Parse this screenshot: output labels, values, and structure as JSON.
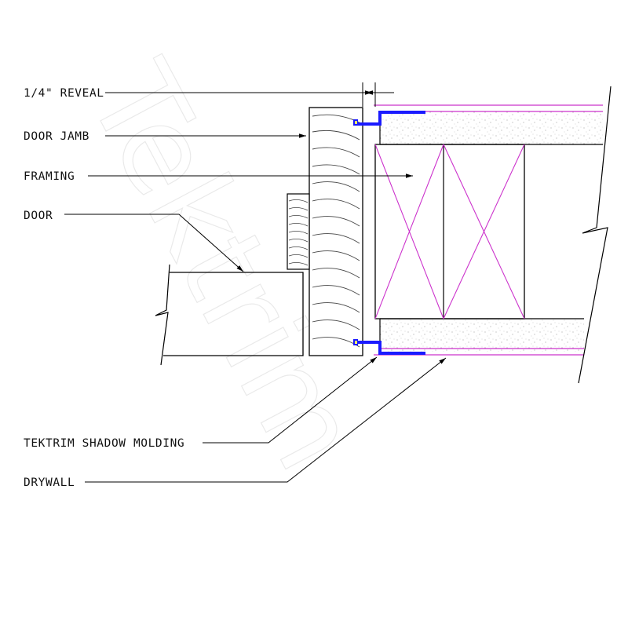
{
  "labels": {
    "reveal": "1/4\" REVEAL",
    "door_jamb": "DOOR JAMB",
    "framing": "FRAMING",
    "door": "DOOR",
    "shadow_molding": "TEKTRIM SHADOW MOLDING",
    "drywall": "DRYWALL"
  },
  "watermark": "Tektrim",
  "colors": {
    "line": "#000000",
    "framing": "#cc33cc",
    "drywall_edge": "#cc33cc",
    "molding": "#1a1aff",
    "watermark": "#d8d8d8"
  }
}
